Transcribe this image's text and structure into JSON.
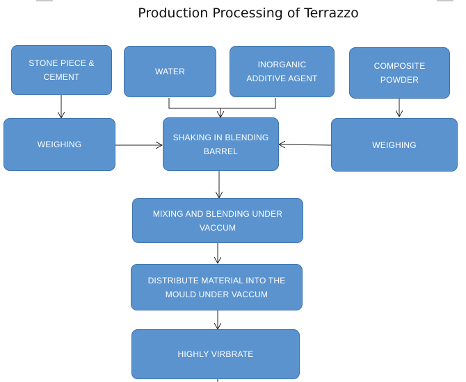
{
  "title": "Production Processing of Terrazzo",
  "nodes": {
    "stone_piece_cement": "STONE PIECE & CEMENT",
    "water": "WATER",
    "inorganic_additive": "INORGANIC ADDITIVE AGENT",
    "composite_powder": "COMPOSITE POWDER",
    "weighing_left": "WEIGHING",
    "shaking": "SHAKING IN BLENDING BARREL",
    "weighing_right": "WEIGHING",
    "mixing": "MIXING AND BLENDING UNDER VACCUM",
    "distribute": "DISTRIBUTE MATERIAL INTO THE MOULD UNDER VACCUM",
    "vibrate": "HIGHLY VIRBRATE"
  },
  "colors": {
    "box_fill": "#5b93cf",
    "box_border": "#3f74ad",
    "text": "#ffffff",
    "connector": "#222222"
  }
}
